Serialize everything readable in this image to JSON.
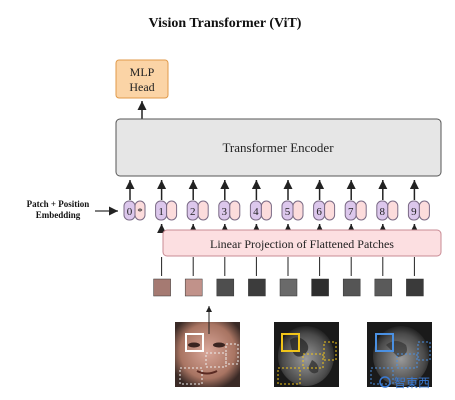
{
  "title": "Vision Transformer (ViT)",
  "mlp_head": {
    "line1": "MLP",
    "line2": "Head",
    "color": "#fbd4a6",
    "border": "#e09a4a"
  },
  "encoder": {
    "label": "Transformer Encoder",
    "color": "#e6e6e6"
  },
  "embedding_label": {
    "line1": "Patch + Position",
    "line2": "Embedding"
  },
  "tokens": [
    {
      "pos": "0",
      "content": "*"
    },
    {
      "pos": "1"
    },
    {
      "pos": "2"
    },
    {
      "pos": "3"
    },
    {
      "pos": "4"
    },
    {
      "pos": "5"
    },
    {
      "pos": "6"
    },
    {
      "pos": "7"
    },
    {
      "pos": "8"
    },
    {
      "pos": "9"
    }
  ],
  "token_colors": {
    "pos": "#dcc7ec",
    "content": "#fcdcdc",
    "border": "#7a6a85"
  },
  "projection": {
    "label": "Linear Projection of Flattened Patches",
    "color": "#fcdfe1",
    "border": "#c98b94"
  },
  "patch_colors": [
    "#b98a80",
    "#a57a72",
    "#c1928a",
    "#4e4e4e",
    "#3c3c3c",
    "#6a6a6a",
    "#2e2e2e",
    "#555555",
    "#5a5a5a",
    "#3a3a3a"
  ],
  "input_images": [
    {
      "name": "face",
      "box_color": "#ffffff"
    },
    {
      "name": "map-yellow",
      "box_color": "#f0c419"
    },
    {
      "name": "map-blue",
      "box_color": "#4a90e2"
    }
  ],
  "watermark": "智東西"
}
